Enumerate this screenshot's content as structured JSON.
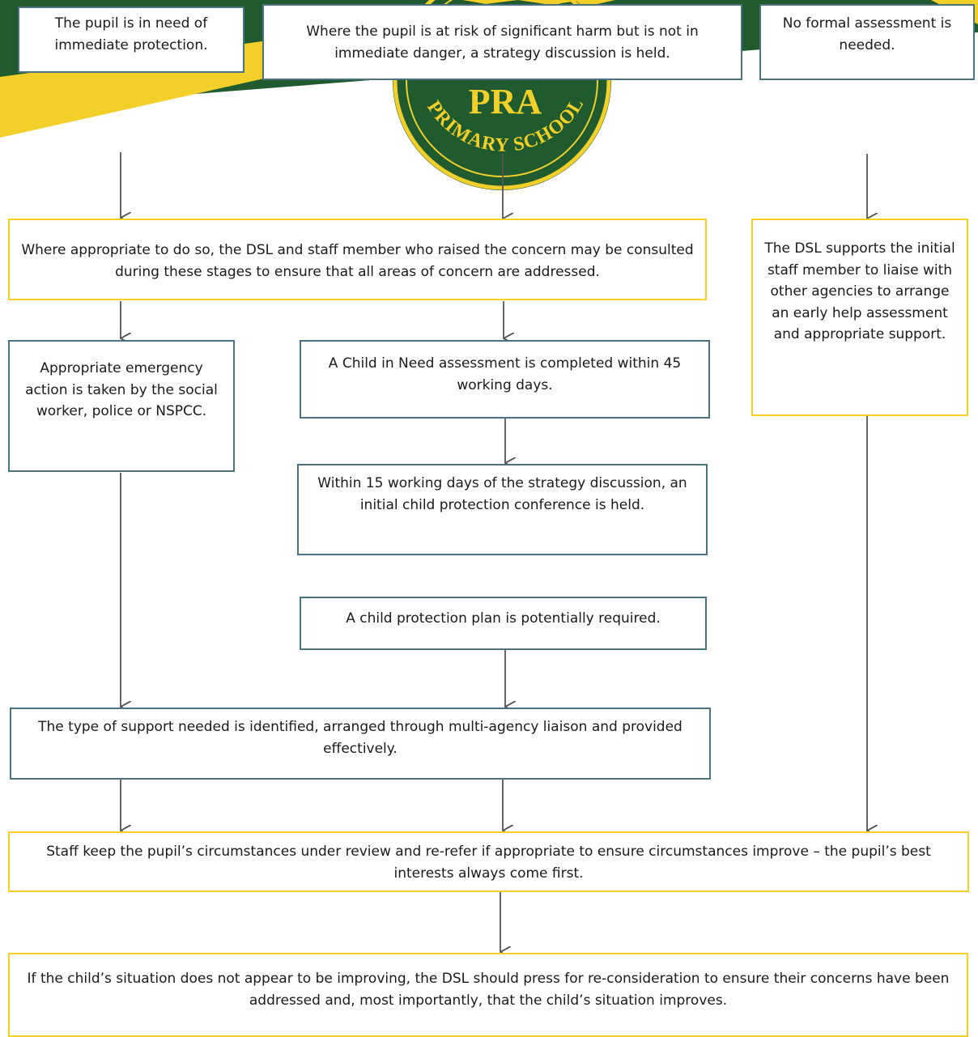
{
  "logo": {
    "school_initials": "PRA",
    "school_arc_text": "PRIMARY SCHOOL"
  },
  "colors": {
    "brand_green": "#1f5b2e",
    "brand_yellow": "#f3cf2a",
    "box_border_blue": "#4a7280",
    "box_border_yellow": "#f6cf2a",
    "arrow": "#555555"
  },
  "flow": {
    "immediate_protection": "The pupil is in need of immediate protection.",
    "strategy_discussion": "Where the pupil is at risk of significant harm but is not in immediate danger, a strategy discussion is held.",
    "no_assessment": "No formal assessment is needed.",
    "consultation": "Where appropriate to do so, the DSL and staff member who raised the concern may be consulted during these stages to ensure that all areas of concern are addressed.",
    "dsl_support": "The DSL supports the initial staff member to liaise with other agencies to arrange an early help assessment and appropriate support.",
    "emergency_action": "Appropriate emergency action is taken by the social worker, police or NSPCC.",
    "child_in_need": "A Child in Need assessment is completed within 45 working days.",
    "conference": "Within 15 working days of the strategy discussion, an initial child protection conference is held.",
    "protection_plan": "A child protection plan is potentially required.",
    "support_identified": "The type of support needed is identified, arranged through multi-agency liaison and provided effectively.",
    "review": "Staff keep the pupil’s circumstances under review and re-refer if appropriate to ensure circumstances improve – the pupil’s best interests always come first.",
    "press_reconsideration": "If the child’s situation does not appear to be improving, the DSL should press for re-consideration to ensure their concerns have been addressed and, most importantly, that the child’s situation improves."
  }
}
